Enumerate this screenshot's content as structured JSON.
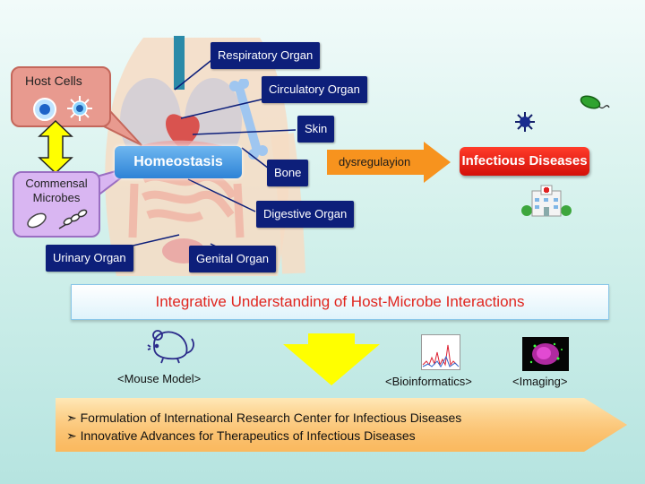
{
  "host_cells": {
    "label": "Host Cells"
  },
  "commensal": {
    "line1": "Commensal",
    "line2": "Microbes"
  },
  "homeostasis": "Homeostasis",
  "organs": {
    "respiratory": "Respiratory Organ",
    "circulatory": "Circulatory Organ",
    "skin": "Skin",
    "bone": "Bone",
    "digestive": "Digestive Organ",
    "urinary": "Urinary Organ",
    "genital": "Genital Organ"
  },
  "dysregulation": "dysregulayion",
  "infectious": "Infectious Diseases",
  "integrative": "Integrative Understanding of Host-Microbe Interactions",
  "methods": {
    "mouse": "<Mouse Model>",
    "bioinformatics": "<Bioinformatics>",
    "imaging": "<Imaging>"
  },
  "outcomes": [
    "➣ Formulation of International Research Center for Infectious Diseases",
    "➣ Innovative Advances for Therapeutics of Infectious Diseases"
  ],
  "colors": {
    "navy": "#0d1f7a",
    "host_pink": "#e89a8f",
    "commensal_purple": "#d9b6f2",
    "homeostasis_blue": "#2e83d6",
    "infectious_red": "#e0251e",
    "arrow_orange": "#f7931e",
    "arrow_yellow": "#ffff00"
  },
  "icons": [
    "host-cell-icon",
    "virus-icon",
    "rod-bacterium-icon",
    "bacterium-cluster-icon",
    "hospital-icon",
    "mouse-icon",
    "bioinformatics-plot-icon",
    "imaging-cell-icon"
  ]
}
